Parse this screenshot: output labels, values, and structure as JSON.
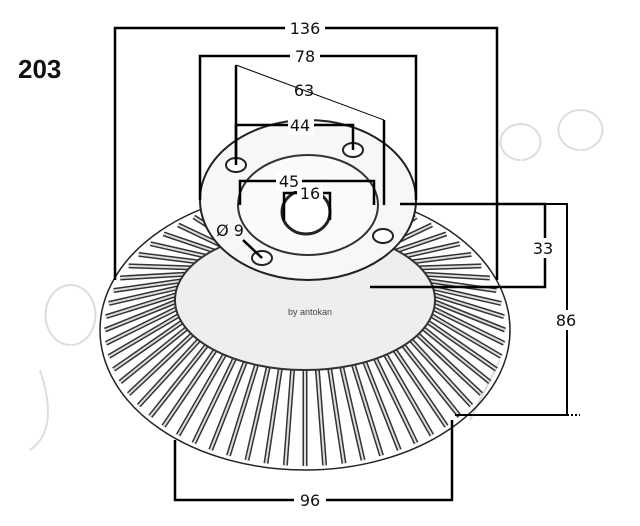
{
  "part_number": "203",
  "watermark_logo": "JAPKO",
  "credit": "by antokan",
  "dimensions": {
    "overall_width": "136",
    "bolt_outer": "78",
    "bolt_circle": "63",
    "bolt_spacing": "44",
    "pilot_diameter": "45",
    "shaft_bore": "16",
    "hole_diameter": "Ø 9",
    "hub_height": "33",
    "total_height": "86",
    "base_width": "96"
  }
}
